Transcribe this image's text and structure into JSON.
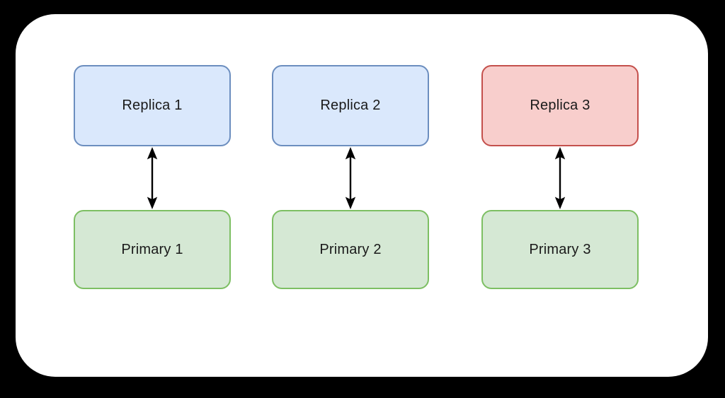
{
  "diagram": {
    "type": "replication-topology",
    "background_color": "#000000",
    "canvas_color": "#ffffff",
    "text_color": "#1a1a1a",
    "connector_color": "#000000",
    "palette": {
      "blue_fill": "#dae8fc",
      "blue_stroke": "#6c8ebf",
      "red_fill": "#f8cecc",
      "red_stroke": "#c4504c",
      "green_fill": "#d5e8d4",
      "green_stroke": "#7dbf63"
    },
    "columns": [
      {
        "replica": {
          "label": "Replica 1",
          "variant": "blue"
        },
        "primary": {
          "label": "Primary 1",
          "variant": "green"
        },
        "connector": {
          "type": "bidirectional-vertical-arrow",
          "color": "#000000"
        }
      },
      {
        "replica": {
          "label": "Replica 2",
          "variant": "blue"
        },
        "primary": {
          "label": "Primary 2",
          "variant": "green"
        },
        "connector": {
          "type": "bidirectional-vertical-arrow",
          "color": "#000000"
        }
      },
      {
        "replica": {
          "label": "Replica 3",
          "variant": "red"
        },
        "primary": {
          "label": "Primary 3",
          "variant": "green"
        },
        "connector": {
          "type": "bidirectional-vertical-arrow",
          "color": "#000000"
        }
      }
    ]
  }
}
